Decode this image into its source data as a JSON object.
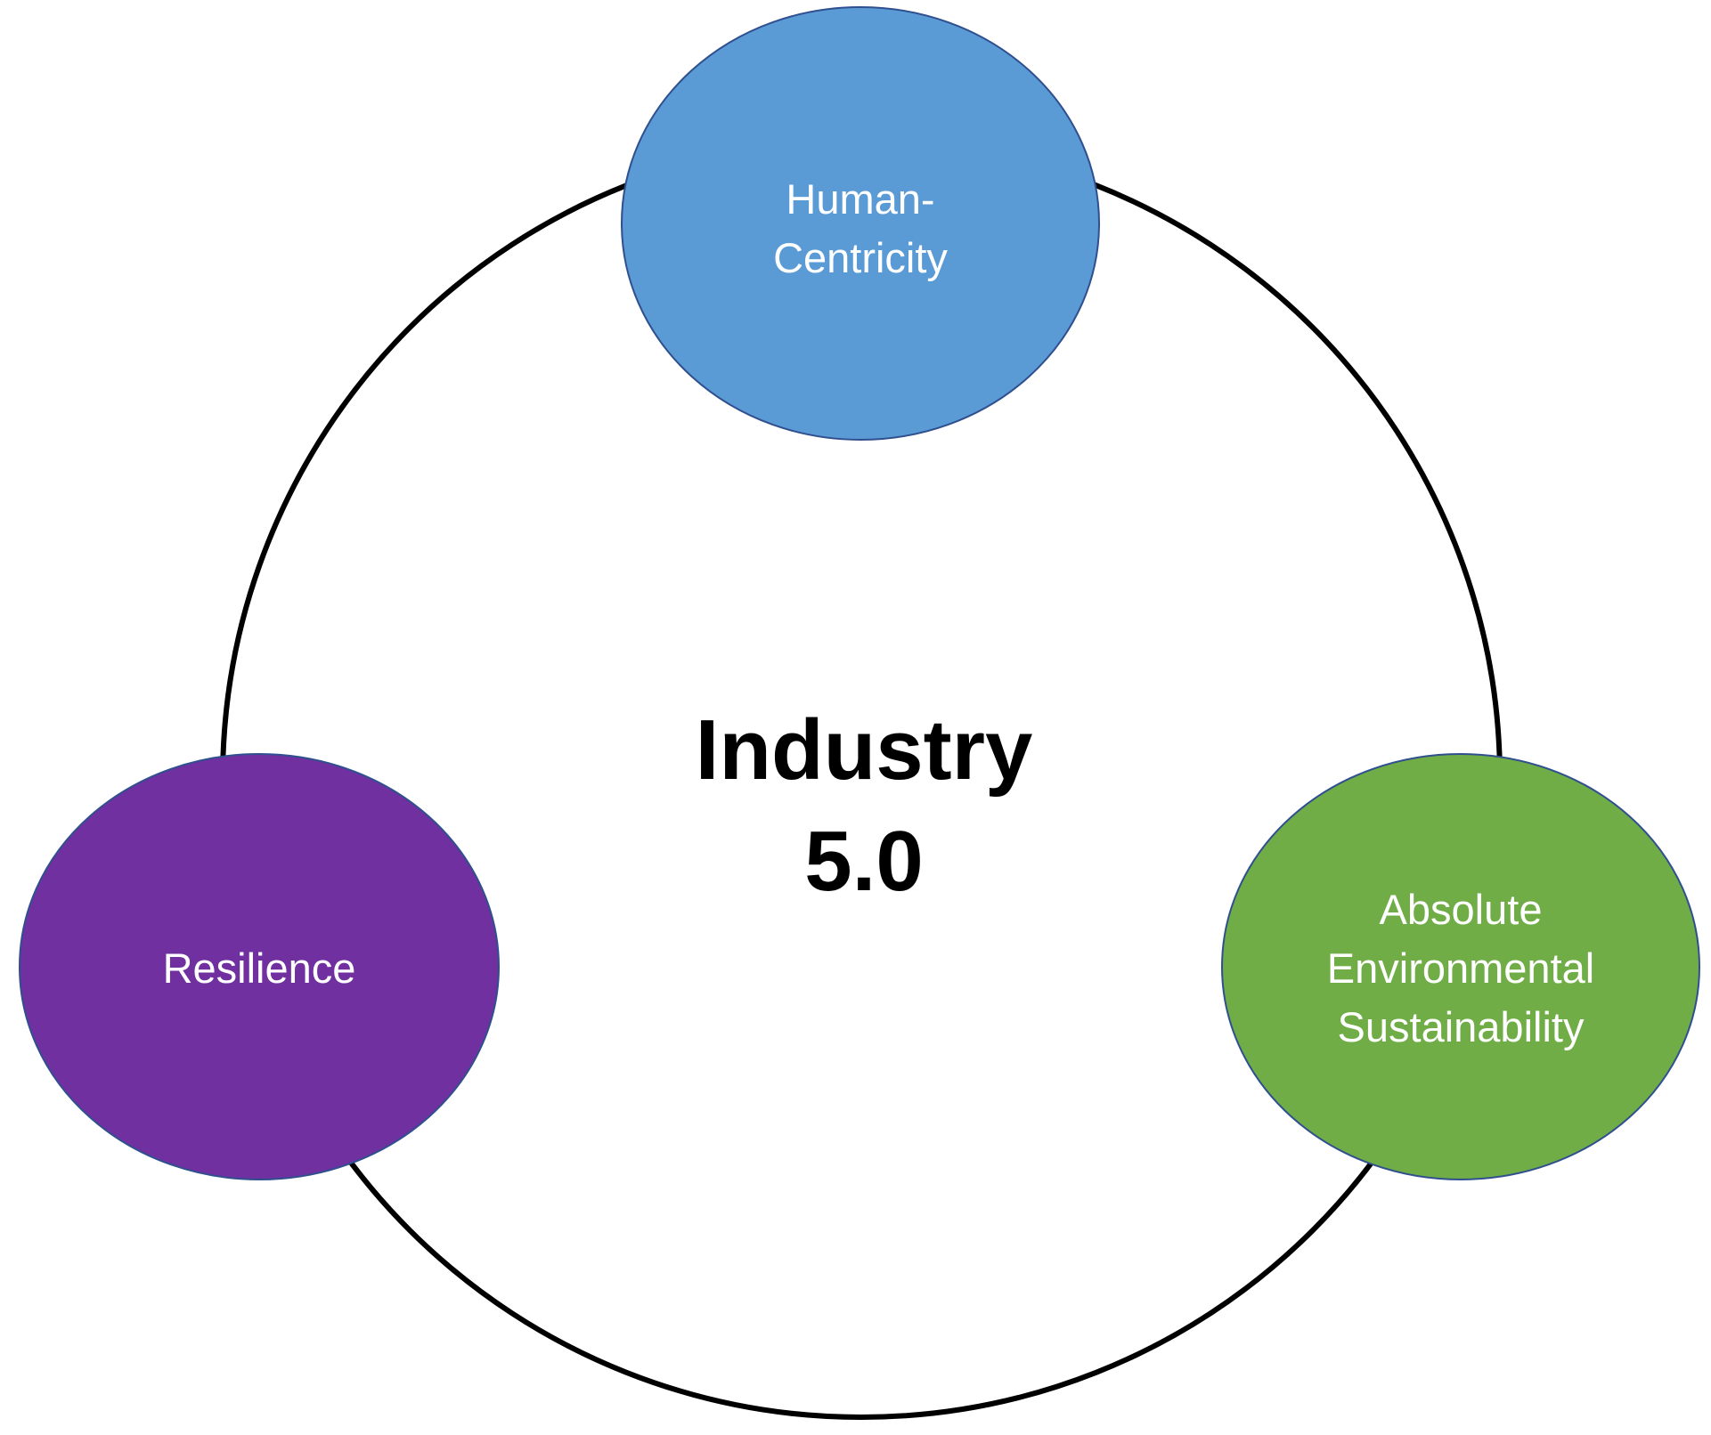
{
  "center": {
    "line1": "Industry",
    "line2": "5.0"
  },
  "nodes": {
    "human_centricity": {
      "line1": "Human-",
      "line2": "Centricity",
      "color": "#5B9BD5"
    },
    "resilience": {
      "line1": "Resilience",
      "color": "#7030A0"
    },
    "sustainability": {
      "line1": "Absolute",
      "line2": "Environmental",
      "line3": "Sustainability",
      "color": "#70AD47"
    }
  },
  "colors": {
    "ring": "#000000",
    "node_outline": "#2F4F8F"
  }
}
